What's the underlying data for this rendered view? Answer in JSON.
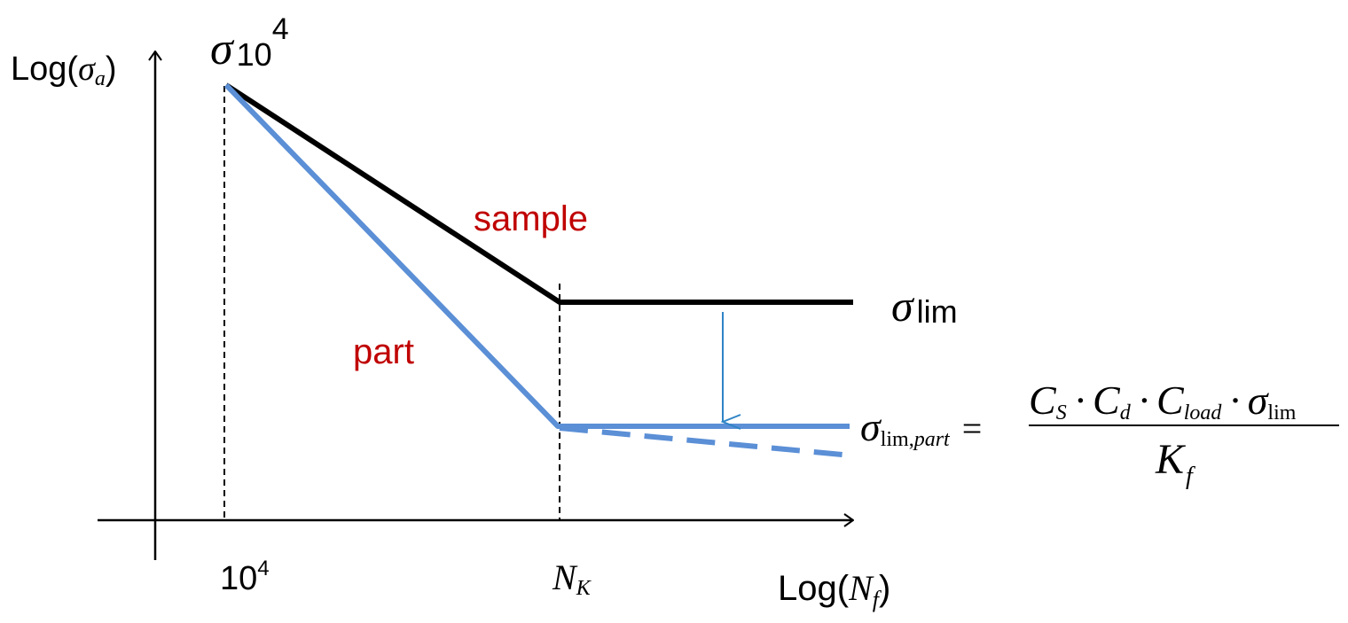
{
  "axes": {
    "y_label_prefix": "Log(",
    "y_label_var": "σ",
    "y_label_sub": "a",
    "y_label_suffix": ")",
    "x_label_prefix": "Log(",
    "x_label_var": "N",
    "x_label_sub": "f",
    "x_label_suffix": ")"
  },
  "ticks": {
    "x_tick_1_base": "10",
    "x_tick_1_exp": "4",
    "x_tick_2_var": "N",
    "x_tick_2_sub": "K"
  },
  "top_label": {
    "var": "σ",
    "sub": "10",
    "exp": "4"
  },
  "curves": {
    "sample_label": "sample",
    "part_label": "part",
    "sample_color": "#000000",
    "part_color": "#5B8FD6",
    "label_color": "#C00000",
    "arrow_color": "#2E84C6"
  },
  "limits": {
    "sigma_lim_var": "σ",
    "sigma_lim_sub": "lim",
    "sigma_part_var": "σ",
    "sigma_part_sub_1": "lim,",
    "sigma_part_sub_2": "part",
    "equals": "="
  },
  "formula": {
    "c1": "C",
    "c1_sub": "S",
    "dot": "·",
    "c2": "C",
    "c2_sub": "d",
    "c3": "C",
    "c3_sub": "load",
    "sigma": "σ",
    "sigma_sub": "lim",
    "k": "K",
    "k_sub": "f"
  }
}
